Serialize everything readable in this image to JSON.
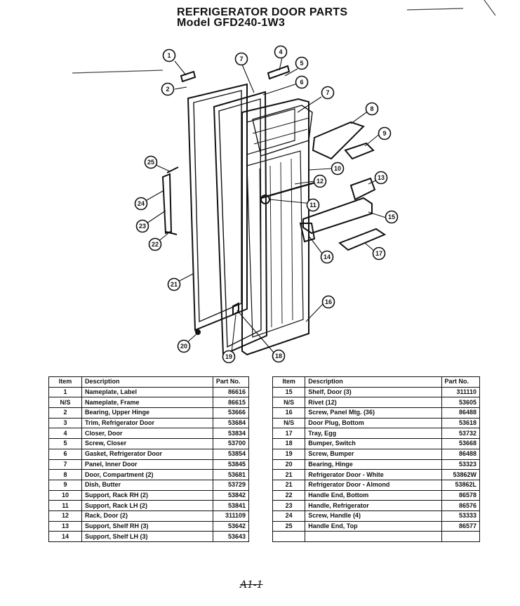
{
  "header": {
    "title": "REFRIGERATOR DOOR PARTS",
    "subtitle": "Model GFD240-1W3"
  },
  "diagram": {
    "callouts": [
      "1",
      "2",
      "4",
      "5",
      "6",
      "7",
      "8",
      "9",
      "10",
      "11",
      "12",
      "13",
      "14",
      "15",
      "16",
      "17",
      "18",
      "19",
      "20",
      "21",
      "22",
      "23",
      "24",
      "25"
    ]
  },
  "table_left": {
    "headers": [
      "Item",
      "Description",
      "Part No."
    ],
    "rows": [
      {
        "item": "1",
        "description": "Nameplate, Label",
        "part": "86616"
      },
      {
        "item": "N/S",
        "description": "Nameplate, Frame",
        "part": "86615"
      },
      {
        "item": "2",
        "description": "Bearing, Upper Hinge",
        "part": "53666"
      },
      {
        "item": "3",
        "description": "Trim, Refrigerator Door",
        "part": "53684"
      },
      {
        "item": "4",
        "description": "Closer, Door",
        "part": "53834"
      },
      {
        "item": "5",
        "description": "Screw, Closer",
        "part": "53700"
      },
      {
        "item": "6",
        "description": "Gasket, Refrigerator Door",
        "part": "53854"
      },
      {
        "item": "7",
        "description": "Panel, Inner Door",
        "part": "53845"
      },
      {
        "item": "8",
        "description": "Door, Compartment (2)",
        "part": "53681"
      },
      {
        "item": "9",
        "description": "Dish, Butter",
        "part": "53729"
      },
      {
        "item": "10",
        "description": "Support, Rack RH (2)",
        "part": "53842"
      },
      {
        "item": "11",
        "description": "Support, Rack LH (2)",
        "part": "53841"
      },
      {
        "item": "12",
        "description": "Rack, Door (2)",
        "part": "311109"
      },
      {
        "item": "13",
        "description": "Support, Shelf RH (3)",
        "part": "53642"
      },
      {
        "item": "14",
        "description": "Support, Shelf LH (3)",
        "part": "53643"
      }
    ]
  },
  "table_right": {
    "headers": [
      "Item",
      "Description",
      "Part No."
    ],
    "rows": [
      {
        "item": "15",
        "description": "Shelf, Door (3)",
        "part": "311110"
      },
      {
        "item": "N/S",
        "description": "Rivet (12)",
        "part": "53605"
      },
      {
        "item": "16",
        "description": "Screw, Panel Mtg. (36)",
        "part": "86488"
      },
      {
        "item": "N/S",
        "description": "Door Plug, Bottom",
        "part": "53618"
      },
      {
        "item": "17",
        "description": "Tray, Egg",
        "part": "53732"
      },
      {
        "item": "18",
        "description": "Bumper, Switch",
        "part": "53668"
      },
      {
        "item": "19",
        "description": "Screw, Bumper",
        "part": "86488"
      },
      {
        "item": "20",
        "description": "Bearing, Hinge",
        "part": "53323"
      },
      {
        "item": "21",
        "description": "Refrigerator Door - White",
        "part": "53862W"
      },
      {
        "item": "21",
        "description": "Refrigerator Door - Almond",
        "part": "53862L"
      },
      {
        "item": "22",
        "description": "Handle End, Bottom",
        "part": "86578"
      },
      {
        "item": "23",
        "description": "Handle, Refrigerator",
        "part": "86576"
      },
      {
        "item": "24",
        "description": "Screw, Handle (4)",
        "part": "53333"
      },
      {
        "item": "25",
        "description": "Handle End, Top",
        "part": "86577"
      },
      {
        "item": "",
        "description": "",
        "part": ""
      }
    ]
  },
  "footer": {
    "mark": "A1-1"
  }
}
